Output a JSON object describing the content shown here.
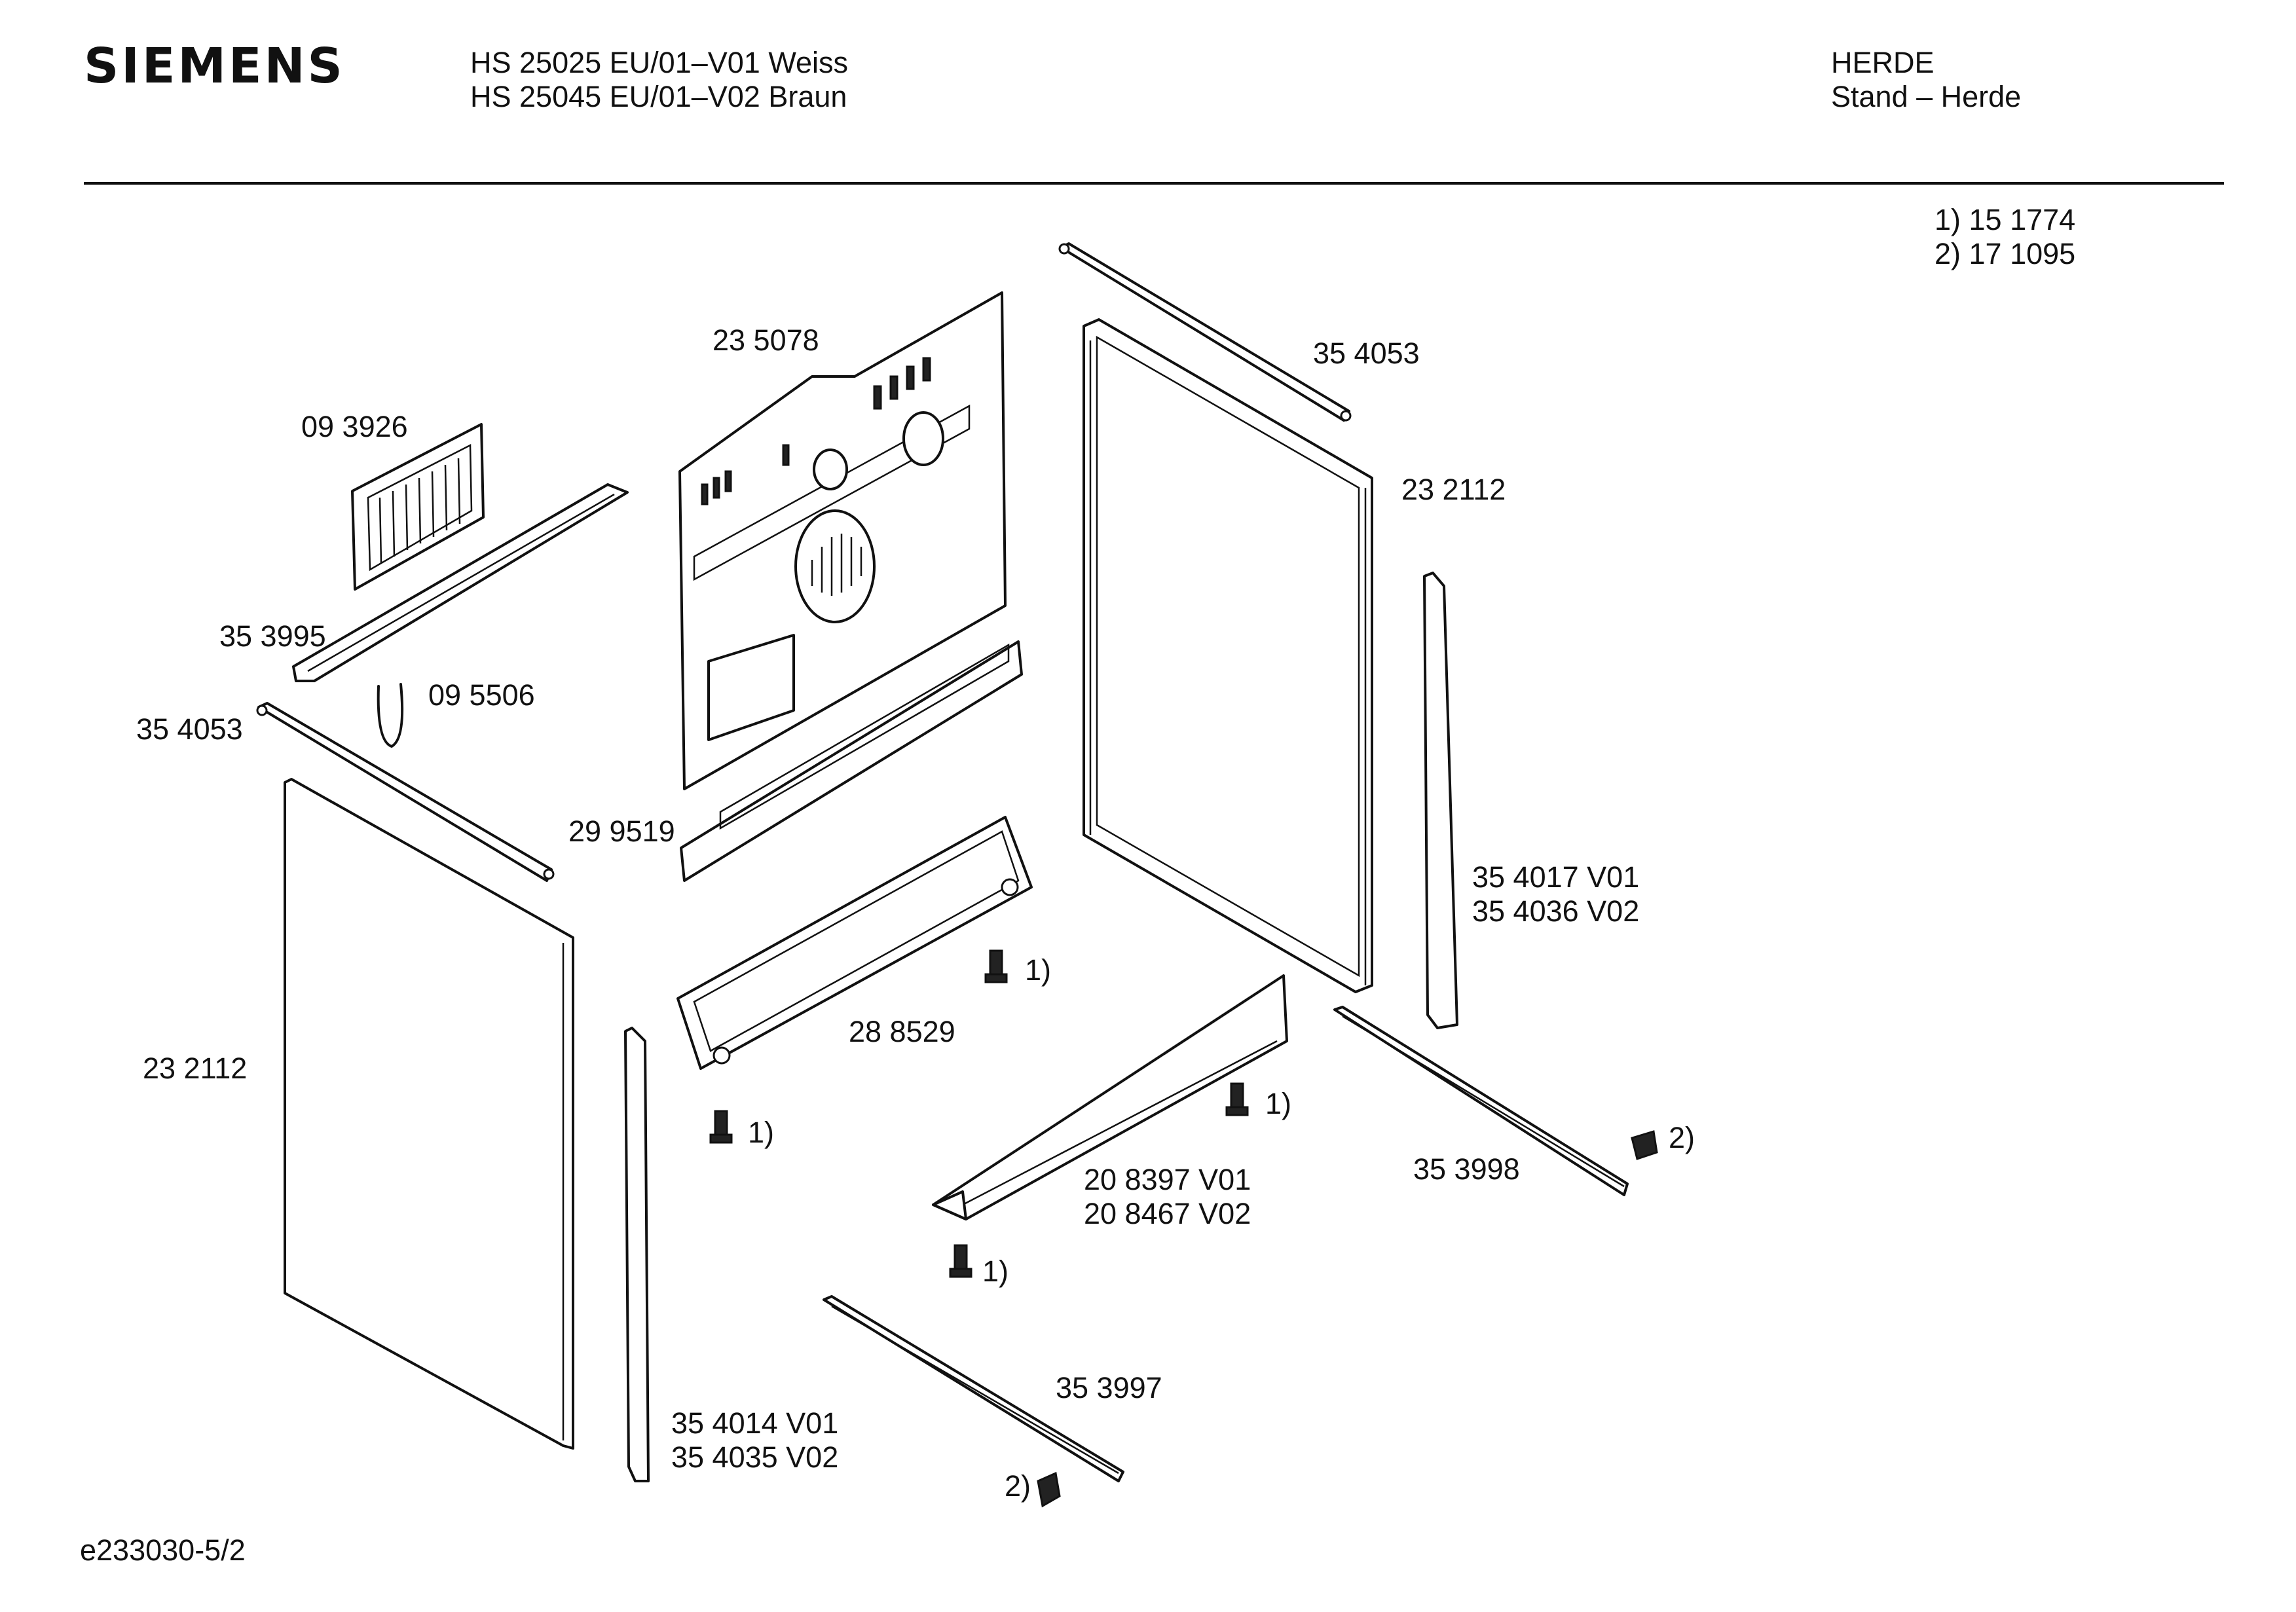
{
  "header": {
    "brand": "SIEMENS",
    "model_line_1": "HS 25025 EU/01–V01 Weiss",
    "model_line_2": "HS 25045 EU/01–V02 Braun",
    "category": "HERDE",
    "subcategory": "Stand – Herde"
  },
  "notes": {
    "note_1": "1) 15 1774",
    "note_2": "2) 17 1095"
  },
  "part_labels": {
    "p235078": "23 5078",
    "p354053_top": "35 4053",
    "p093926": "09 3926",
    "p232112_right": "23 2112",
    "p353995": "35 3995",
    "p095506": "09 5506",
    "p354053_left": "35 4053",
    "p299519": "29 9519",
    "p354017": "35 4017 V01",
    "p354036": "35 4036 V02",
    "screw_a": "1)",
    "p288529": "28 8529",
    "p232112_left": "23 2112",
    "screw_b": "1)",
    "screw_c": "1)",
    "clip_a": "2)",
    "p208397": "20 8397 V01",
    "p208467": "20 8467 V02",
    "p353998": "35 3998",
    "screw_d": "1)",
    "p353997": "35 3997",
    "p354014": "35 4014 V01",
    "p354035": "35 4035 V02",
    "clip_b": "2)"
  },
  "footer": {
    "drawing_id": "e233030-5/2"
  }
}
